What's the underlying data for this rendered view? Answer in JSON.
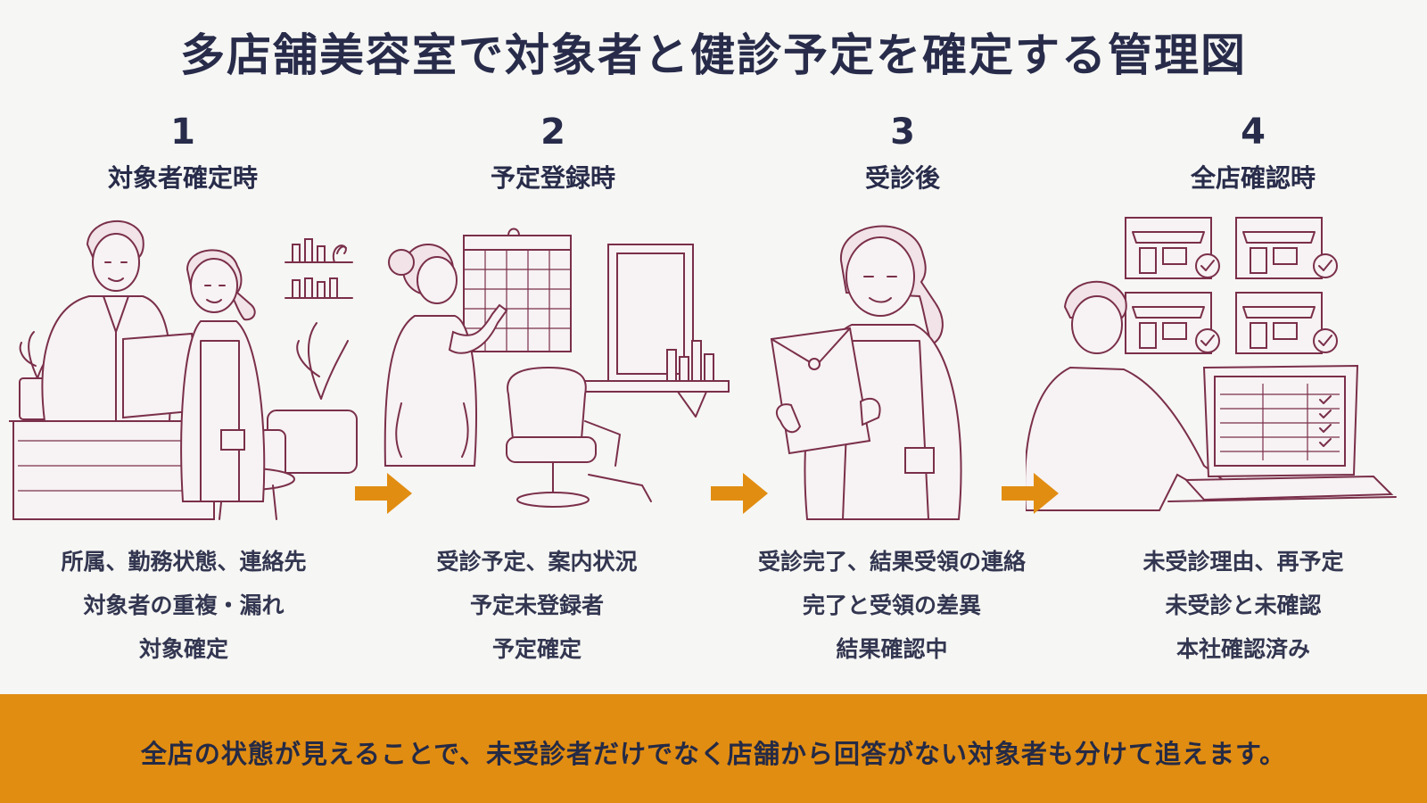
{
  "title": "多店舗美容室で対象者と健診予定を確定する管理図",
  "steps": [
    {
      "number": "1",
      "label": "対象者確定時",
      "lines": [
        "所属、勤務状態、連絡先",
        "対象者の重複・漏れ",
        "対象確定"
      ]
    },
    {
      "number": "2",
      "label": "予定登録時",
      "lines": [
        "受診予定、案内状況",
        "予定未登録者",
        "予定確定"
      ]
    },
    {
      "number": "3",
      "label": "受診後",
      "lines": [
        "受診完了、結果受領の連絡",
        "完了と受領の差異",
        "結果確認中"
      ]
    },
    {
      "number": "4",
      "label": "全店確認時",
      "lines": [
        "未受診理由、再予定",
        "未受診と未確認",
        "本社確認済み"
      ]
    }
  ],
  "banner": "全店の状態が見えることで、未受診者だけでなく店舗から回答がない対象者も分けて追えます。",
  "colors": {
    "background": "#f6f6f4",
    "accent_orange": "#e18d12",
    "text_navy": "#282c4a",
    "line_art": "#7a2f4a"
  },
  "icons": [
    "arrow-right-icon",
    "checkmark-icon",
    "storefront-icon",
    "calendar-icon"
  ]
}
